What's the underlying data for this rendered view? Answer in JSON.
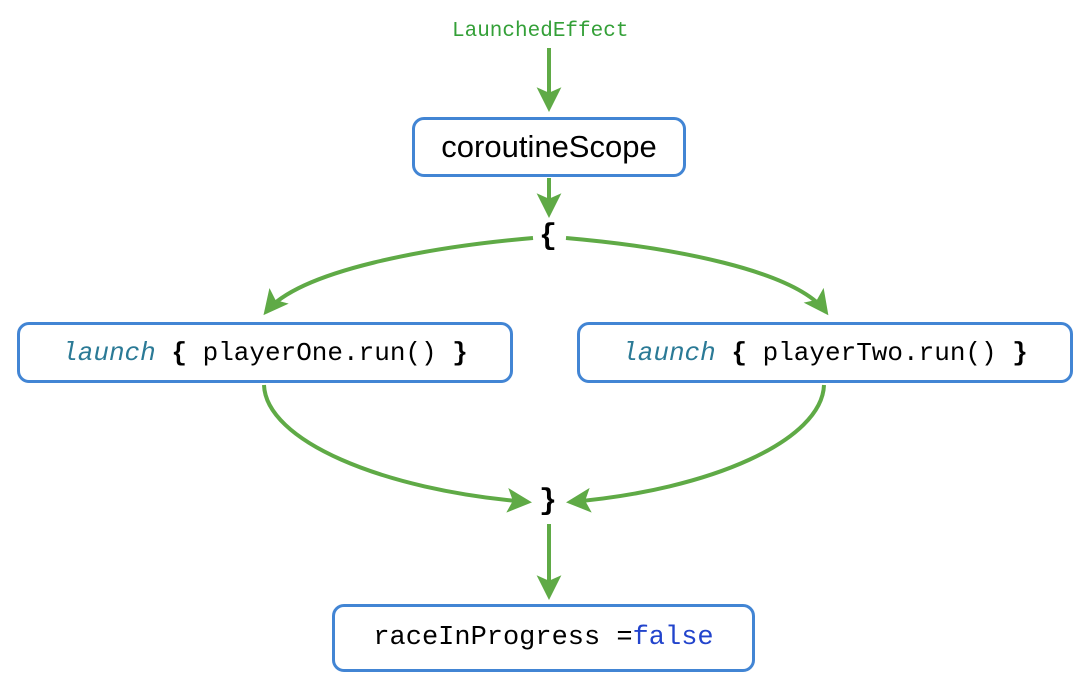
{
  "diagram": {
    "title": "LaunchedEffect coroutineScope flow",
    "colors": {
      "edge_green": "#5faa46",
      "node_border_blue": "#4285d4",
      "label_green": "#34a038",
      "keyword_teal": "#2b7a96",
      "keyword_blue": "#2244cc",
      "text_black": "#000000",
      "background": "#ffffff"
    },
    "labels": {
      "launched_effect": "LaunchedEffect",
      "open_brace": "{",
      "close_brace": "}"
    },
    "nodes": {
      "coroutine_scope": {
        "text": "coroutineScope"
      },
      "launch_one": {
        "keyword": "launch",
        "open_brace": "{",
        "body": "playerOne.run()",
        "close_brace": "}"
      },
      "launch_two": {
        "keyword": "launch",
        "open_brace": "{",
        "body": "playerTwo.run()",
        "close_brace": "}"
      },
      "race_in_progress": {
        "assignment": "raceInProgress = ",
        "value": "false"
      }
    },
    "edges": [
      {
        "from": "launched-effect-label",
        "to": "coroutine-scope",
        "style": "straight-arrow"
      },
      {
        "from": "coroutine-scope",
        "to": "open-brace",
        "style": "straight-arrow"
      },
      {
        "from": "open-brace",
        "to": "launch-one",
        "style": "curved-arrow"
      },
      {
        "from": "open-brace",
        "to": "launch-two",
        "style": "curved-arrow"
      },
      {
        "from": "launch-one",
        "to": "close-brace",
        "style": "curved-arrow"
      },
      {
        "from": "launch-two",
        "to": "close-brace",
        "style": "curved-arrow"
      },
      {
        "from": "close-brace",
        "to": "race-in-progress",
        "style": "straight-arrow"
      }
    ]
  }
}
